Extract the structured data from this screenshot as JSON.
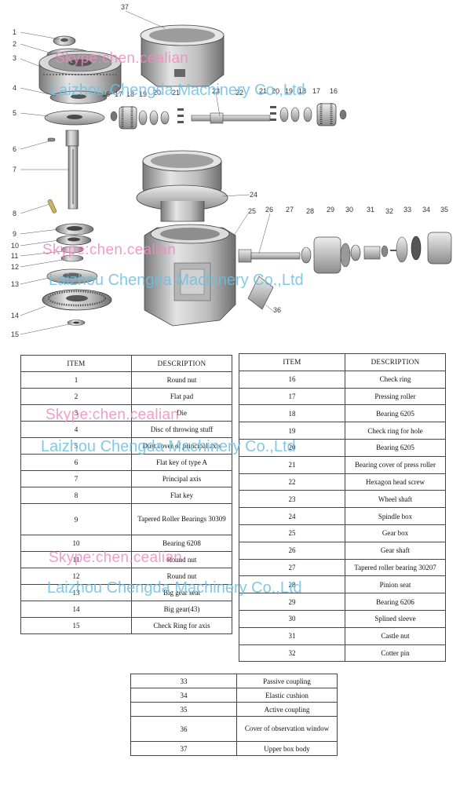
{
  "diagram": {
    "callouts": [
      "1",
      "2",
      "3",
      "4",
      "5",
      "6",
      "7",
      "8",
      "9",
      "10",
      "11",
      "12",
      "13",
      "14",
      "15",
      "16",
      "17",
      "18",
      "19",
      "20",
      "21",
      "22",
      "23",
      "24",
      "25",
      "26",
      "27",
      "28",
      "29",
      "30",
      "31",
      "32",
      "33",
      "34",
      "35",
      "36",
      "37"
    ]
  },
  "watermarks": {
    "skype": "Skype:chen.cealian",
    "company": "Laizhou Chengda Machinery Co.,Ltd"
  },
  "table_headers": {
    "item": "ITEM",
    "description": "DESCRIPTION"
  },
  "parts_left": [
    {
      "item": "1",
      "desc": "Round    nut"
    },
    {
      "item": "2",
      "desc": "Flat pad"
    },
    {
      "item": "3",
      "desc": "Die"
    },
    {
      "item": "4",
      "desc": "Disc of throwing stuff"
    },
    {
      "item": "5",
      "desc": "Dust cover of principal axis"
    },
    {
      "item": "6",
      "desc": "Flat key of type A"
    },
    {
      "item": "7",
      "desc": "Principal    axis"
    },
    {
      "item": "8",
      "desc": "Flat key"
    },
    {
      "item": "9",
      "desc": "Tapered Roller Bearings 30309"
    },
    {
      "item": "10",
      "desc": "Bearing 6208"
    },
    {
      "item": "11",
      "desc": "Round nut"
    },
    {
      "item": "12",
      "desc": "Round nut"
    },
    {
      "item": "13",
      "desc": "Big gear seat"
    },
    {
      "item": "14",
      "desc": "Big gear(43)"
    },
    {
      "item": "15",
      "desc": "Check Ring for axis"
    }
  ],
  "parts_right": [
    {
      "item": "16",
      "desc": "Check ring"
    },
    {
      "item": "17",
      "desc": "Pressing roller"
    },
    {
      "item": "18",
      "desc": "Bearing    6205"
    },
    {
      "item": "19",
      "desc": "Check ring for hole"
    },
    {
      "item": "20",
      "desc": "Bearing 6205"
    },
    {
      "item": "21",
      "desc": "Bearing cover of press roller"
    },
    {
      "item": "22",
      "desc": "Hexagon head screw"
    },
    {
      "item": "23",
      "desc": "Wheel shaft"
    },
    {
      "item": "24",
      "desc": "Spindle box"
    },
    {
      "item": "25",
      "desc": "Gear box"
    },
    {
      "item": "26",
      "desc": "Gear shaft"
    },
    {
      "item": "27",
      "desc": "Tapered roller bearing 30207"
    },
    {
      "item": "28",
      "desc": "Pinion seat"
    },
    {
      "item": "29",
      "desc": "Bearing 6206"
    },
    {
      "item": "30",
      "desc": "Splined sleeve"
    },
    {
      "item": "31",
      "desc": "Castle nut"
    },
    {
      "item": "32",
      "desc": "Cotter pin"
    }
  ],
  "parts_bottom": [
    {
      "item": "33",
      "desc": "Passive coupling"
    },
    {
      "item": "34",
      "desc": "Elastic cushion"
    },
    {
      "item": "35",
      "desc": "Active coupling"
    },
    {
      "item": "36",
      "desc": "Cover of observation window"
    },
    {
      "item": "37",
      "desc": "Upper box body"
    }
  ]
}
